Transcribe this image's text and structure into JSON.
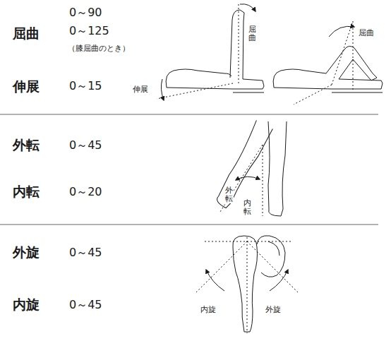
{
  "diagram": {
    "labels": [
      "屈曲",
      "0～90",
      "0～125",
      "（膝屈曲のとき）",
      "伸展",
      "0～15",
      "屈曲",
      "伸展",
      "屈曲",
      "外転",
      "0～45",
      "内転",
      "0～20",
      "外転",
      "内転",
      "外旋",
      "0～45",
      "内旋",
      "0～45",
      "内旋",
      "外旋"
    ]
  }
}
